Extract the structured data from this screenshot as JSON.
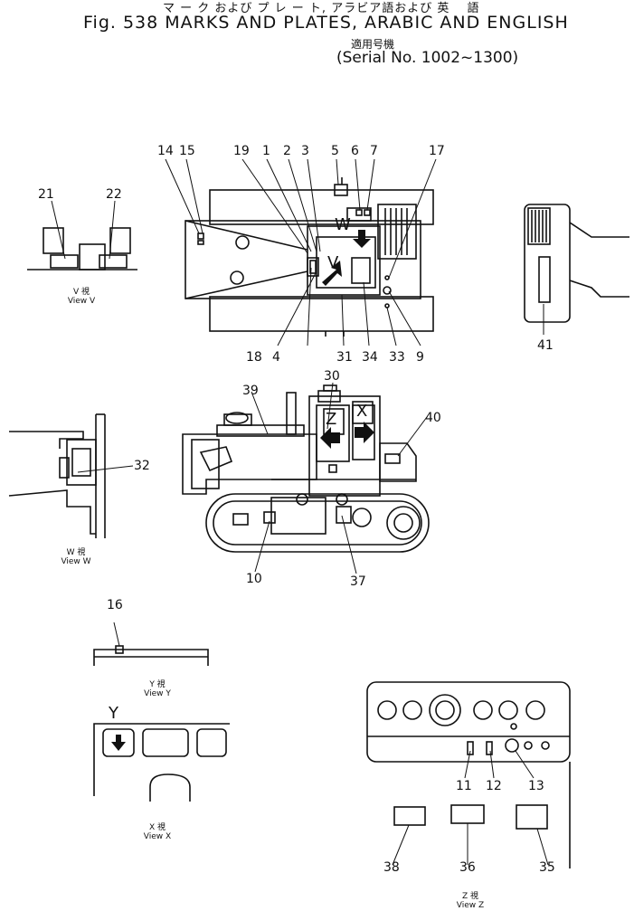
{
  "header": {
    "japanese_title": "マ ー ク および プ レ ー ト, アラビア語および 英　 語",
    "title": "Fig. 538 MARKS AND PLATES, ARABIC AND ENGLISH",
    "serial_jp": "適用号機",
    "serial": "(Serial No. 1002~1300)"
  },
  "callouts": [
    "1",
    "2",
    "3",
    "4",
    "5",
    "6",
    "7",
    "9",
    "10",
    "11",
    "12",
    "13",
    "14",
    "15",
    "16",
    "17",
    "18",
    "19",
    "21",
    "22",
    "30",
    "31",
    "32",
    "33",
    "34",
    "35",
    "36",
    "37",
    "38",
    "39",
    "40",
    "41"
  ],
  "views": {
    "v": {
      "jp": "V 視",
      "en": "View V",
      "letter": "V"
    },
    "w": {
      "jp": "W 視",
      "en": "View W",
      "letter": "W"
    },
    "x": {
      "jp": "X 視",
      "en": "View X",
      "letter": "X"
    },
    "y": {
      "jp": "Y 視",
      "en": "View Y",
      "letter": "Y"
    },
    "z": {
      "jp": "Z 視",
      "en": "View Z",
      "letter": "Z"
    }
  }
}
